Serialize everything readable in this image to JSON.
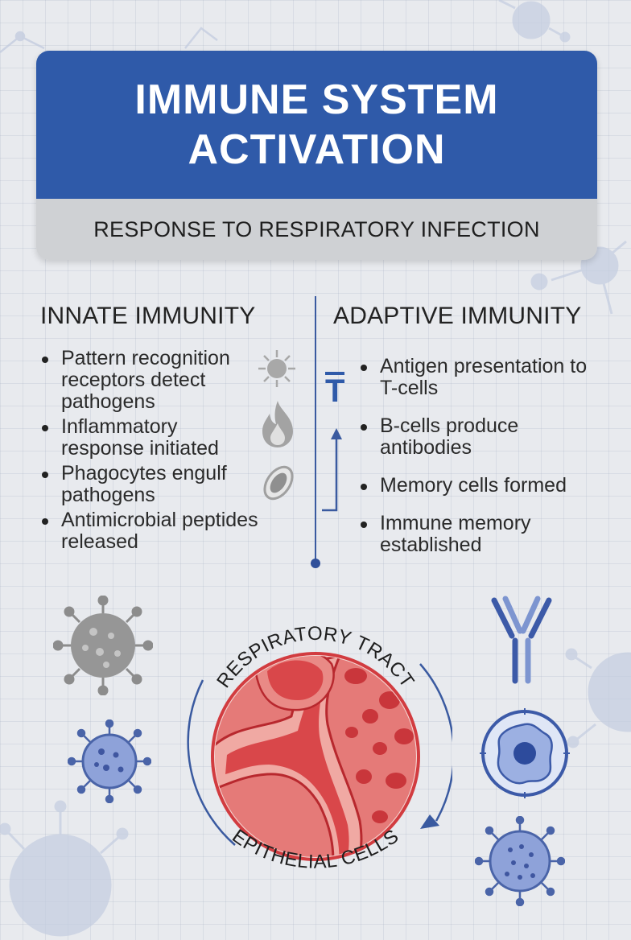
{
  "header": {
    "title": "IMMUNE SYSTEM ACTIVATION",
    "subtitle": "RESPONSE TO RESPIRATORY INFECTION"
  },
  "innate": {
    "title": "INNATE IMMUNITY",
    "items": [
      {
        "text": "Pattern recognition receptors detect pathogens",
        "icon": "sun-icon"
      },
      {
        "text": "Inflammatory response initiated",
        "icon": "flame-icon"
      },
      {
        "text": "Phagocytes engulf pathogens",
        "icon": "phagocyte-icon"
      },
      {
        "text": "Antimicrobial peptides released"
      }
    ]
  },
  "adaptive": {
    "title": "ADAPTIVE IMMUNITY",
    "marker": "T",
    "items": [
      {
        "text": "Antigen presentation to T-cells"
      },
      {
        "text": "B-cells produce antibodies"
      },
      {
        "text": "Memory cells formed"
      },
      {
        "text": "Immune memory established"
      }
    ]
  },
  "diagram": {
    "top_label": "RESPIRATORY TRACT",
    "bottom_label": "EPITHELIAL CELLS"
  },
  "colors": {
    "header_blue": "#2f5aa9",
    "subtitle_gray": "#cfd1d4",
    "accent_blue": "#3a5aa0",
    "tissue_red": "#d9474a",
    "virus_gray": "#8c8c8c",
    "cell_blue": "#6f86c6"
  }
}
